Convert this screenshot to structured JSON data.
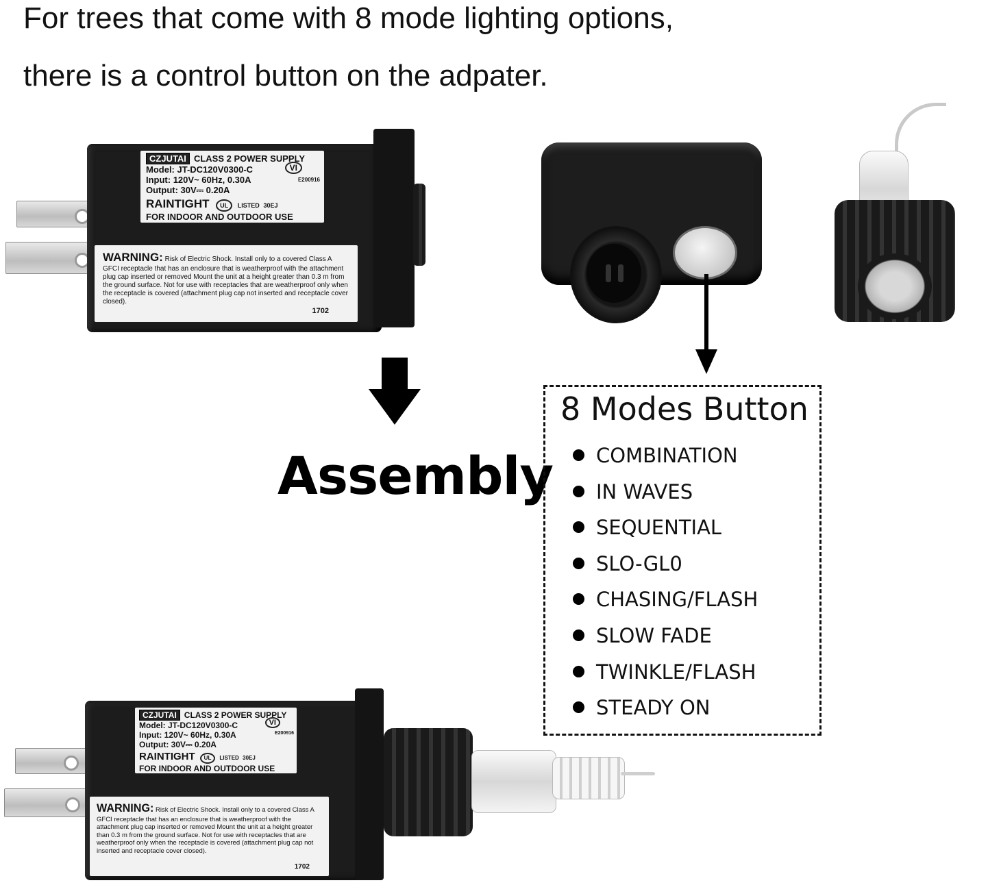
{
  "heading": {
    "line1": "For trees that come with 8 mode lighting options,",
    "line2": "there is a control button on the adpater."
  },
  "adapter_label": {
    "brand": "CZJUTAI",
    "class": "CLASS 2 POWER SUPPLY",
    "model": "Model: JT-DC120V0300-C",
    "input": "Input: 120V~ 60Hz, 0.30A",
    "output": "Output: 30V⎓ 0.20A",
    "vi_mark": "VI",
    "cert_code": "E200916",
    "raintight": "RAINTIGHT",
    "ul_mark": "UL",
    "listed": "LISTED",
    "listed_code": "30EJ",
    "use": "FOR INDOOR AND OUTDOOR USE",
    "warning_heading": "WARNING:",
    "warning_text": "Risk of Electric Shock. Install only to a covered Class A GFCI receptacle that has an enclosure that is weatherproof with the attachment plug cap inserted or removed Mount the unit at a height greater than 0.3 m from the ground surface. Not for use with receptacles that are weatherproof only when the receptacle is covered (attachment plug cap not inserted and receptacle cover closed).",
    "lot": "1702"
  },
  "assembly": {
    "title": "Assembly"
  },
  "modes": {
    "title": "8 Modes Button",
    "items": [
      "COMBINATION",
      "IN WAVES",
      "SEQUENTIAL",
      "SLO-GL0",
      "CHASING/FLASH",
      "SLOW FADE",
      "TWINKLE/FLASH",
      "STEADY ON"
    ]
  },
  "colors": {
    "adapter_body": "#1c1c1c",
    "label_bg": "#f2f2f2",
    "arrow": "#000000",
    "text": "#111111"
  }
}
